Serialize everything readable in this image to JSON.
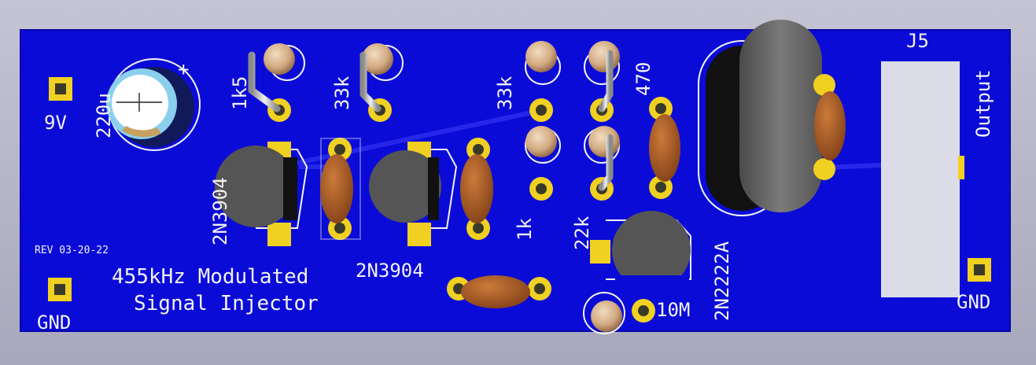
{
  "board": {
    "title_line1": "455kHz Modulated",
    "title_line2": "Signal Injector",
    "revision": "REV 03-20-22",
    "colors": {
      "background": "#b4b4c6",
      "board": "#0b0bd8",
      "pad": "#f0d020",
      "silkscreen": "#f2f2f2",
      "ceramic_cap": "#a85a24",
      "transistor": "#5a5a5a",
      "resistor_body": "#d6b28c",
      "lead": "#c8c8c8"
    }
  },
  "labels": {
    "pwr_9v": "9V",
    "gnd_left": "GND",
    "gnd_right": "GND",
    "cap_value": "220u",
    "cap_plus": "+",
    "r_1k5": "1k5",
    "r_33k_a": "33k",
    "r_33k_b": "33k",
    "r_470": "470",
    "r_1k": "1k",
    "r_22k": "22k",
    "r_10m": "10M",
    "q1": "2N3904",
    "q2": "2N3904",
    "q3": "2N2222A",
    "connector": "J5",
    "connector_label": "Output"
  }
}
